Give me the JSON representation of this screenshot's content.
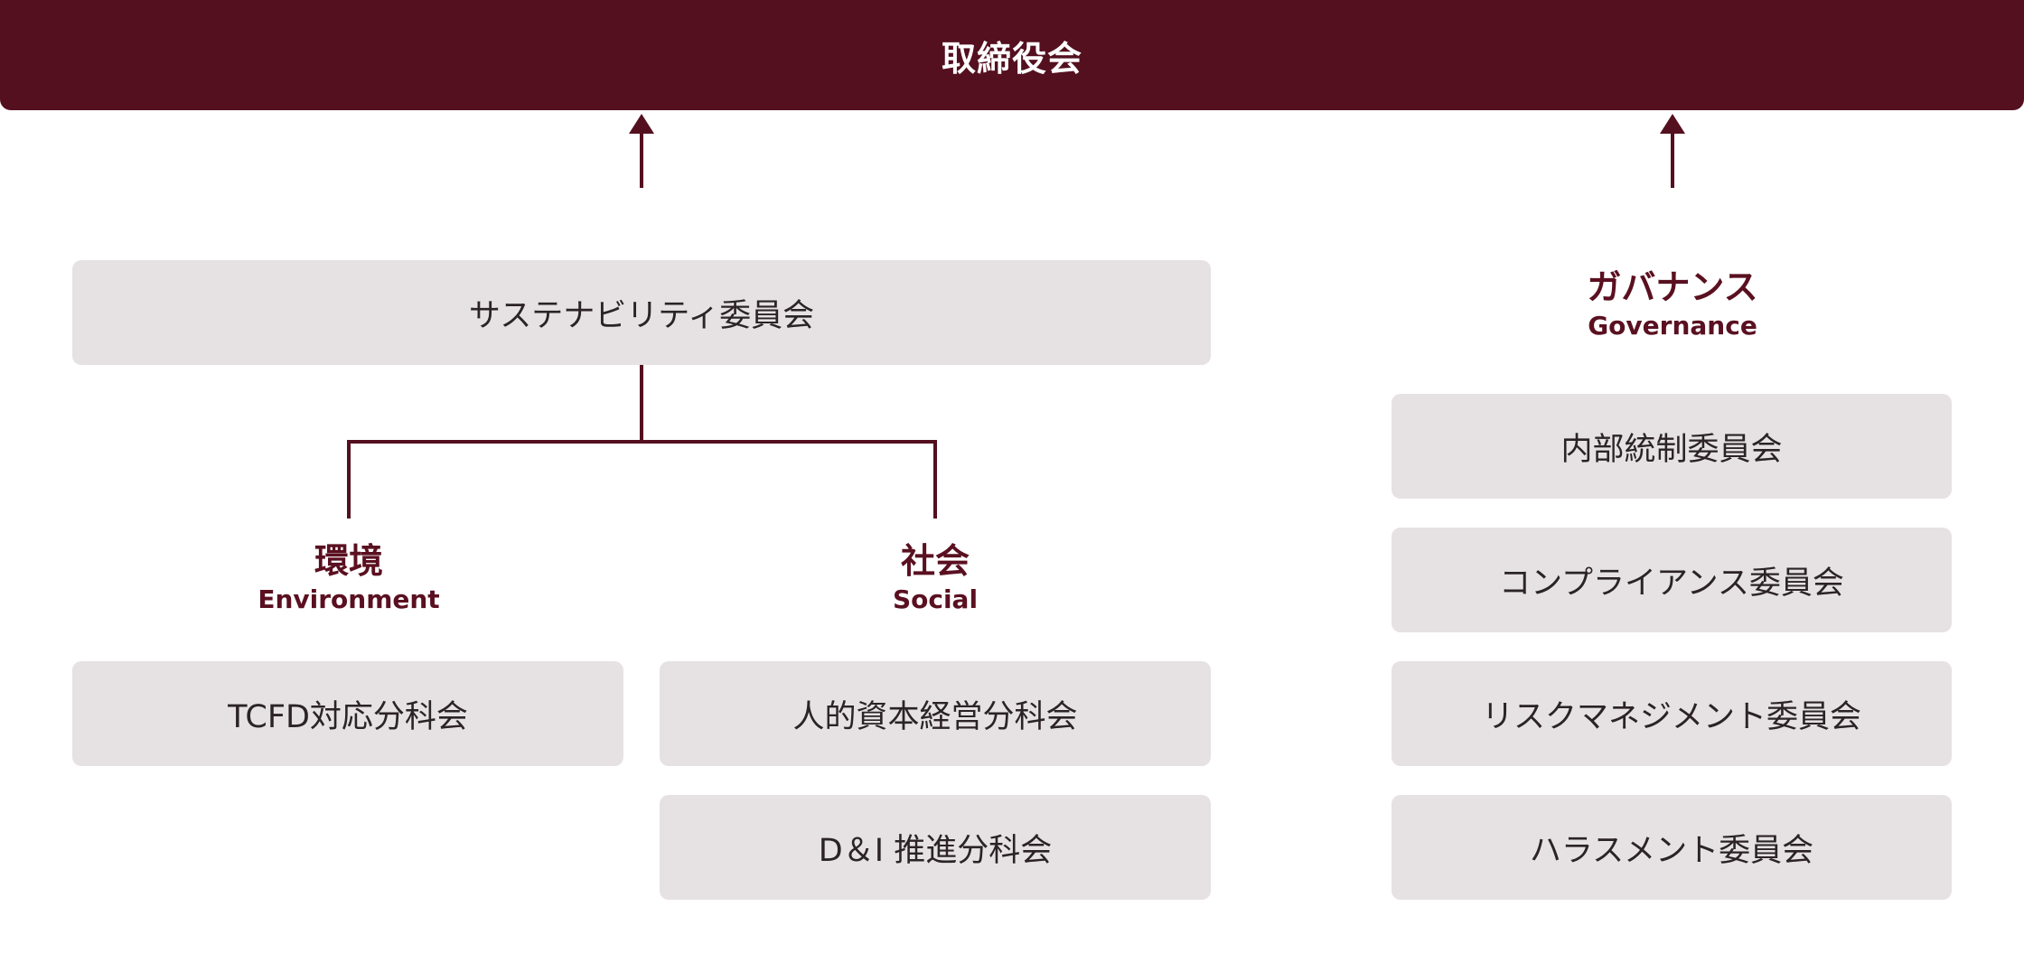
{
  "board": {
    "label": "取締役会"
  },
  "sustainability": {
    "committee": "サステナビリティ委員会",
    "environment": {
      "title_jp": "環境",
      "title_en": "Environment",
      "items": [
        "TCFD対応分科会"
      ]
    },
    "social": {
      "title_jp": "社会",
      "title_en": "Social",
      "items": [
        "人的資本経営分科会",
        "D＆I 推進分科会"
      ]
    }
  },
  "governance": {
    "title_jp": "ガバナンス",
    "title_en": "Governance",
    "items": [
      "内部統制委員会",
      "コンプライアンス委員会",
      "リスクマネジメント委員会",
      "ハラスメント委員会"
    ]
  },
  "colors": {
    "accent": "#54101f",
    "box": "#e6e2e3",
    "text": "#2b2326"
  }
}
